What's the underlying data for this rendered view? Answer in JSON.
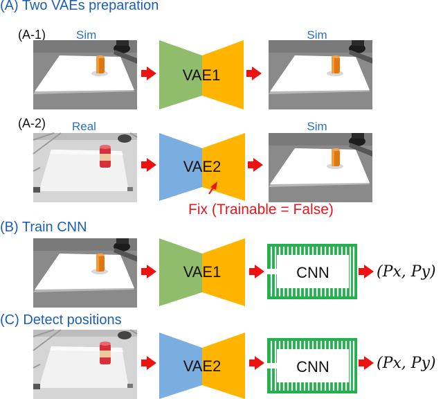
{
  "sections": {
    "a_title": "(A) Two VAEs preparation",
    "a1_label": "(A-1)",
    "a2_label": "(A-2)",
    "b_title": "(B) Train CNN",
    "c_title": "(C) Detect positions"
  },
  "image_labels": {
    "a1_input": "Sim",
    "a1_output": "Sim",
    "a2_input": "Real",
    "a2_output": "Sim"
  },
  "blocks": {
    "vae1": "VAE1",
    "vae2": "VAE2",
    "cnn": "CNN"
  },
  "annotation": {
    "fix_note": "Fix (Trainable = False)"
  },
  "output": {
    "positions": "(Px, Py)"
  },
  "colors": {
    "section_title": "#1a5fb4",
    "image_label": "#2a6fc0",
    "arrow": "#ee1111",
    "fix_note": "#e8141e",
    "vae1_encoder": "#8fbd6b",
    "vae2_encoder": "#7aaee0",
    "decoder": "#ffb400",
    "cnn": "#22b14c"
  }
}
